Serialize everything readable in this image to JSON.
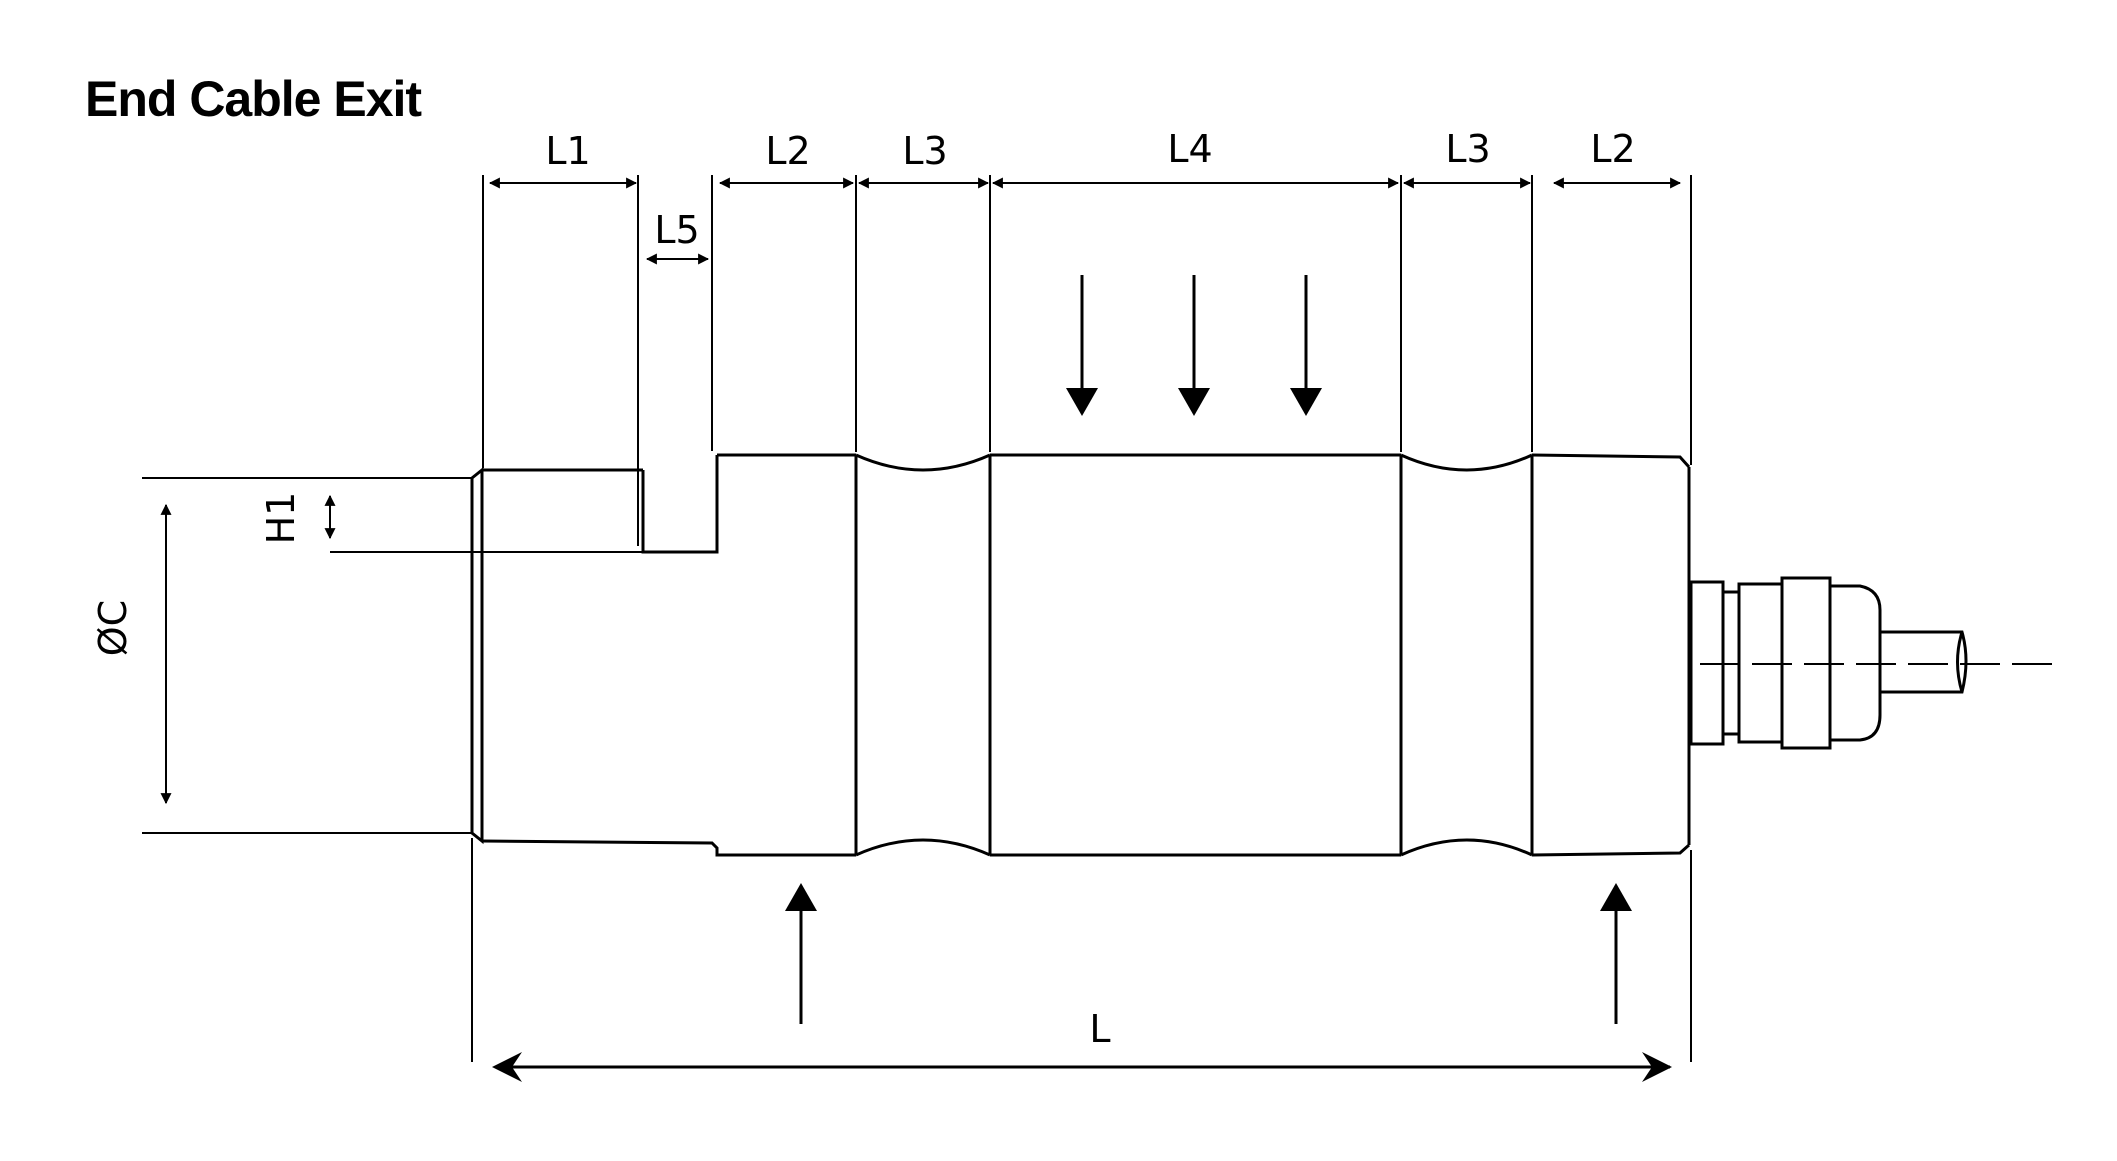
{
  "title": "End Cable Exit",
  "dimension_labels": {
    "l1": "L1",
    "l2_left": "L2",
    "l3_left": "L3",
    "l4": "L4",
    "l3_right": "L3",
    "l2_right": "L2",
    "l5": "L5",
    "h1": "H1",
    "diameter": "ØC",
    "overall_length": "L"
  }
}
